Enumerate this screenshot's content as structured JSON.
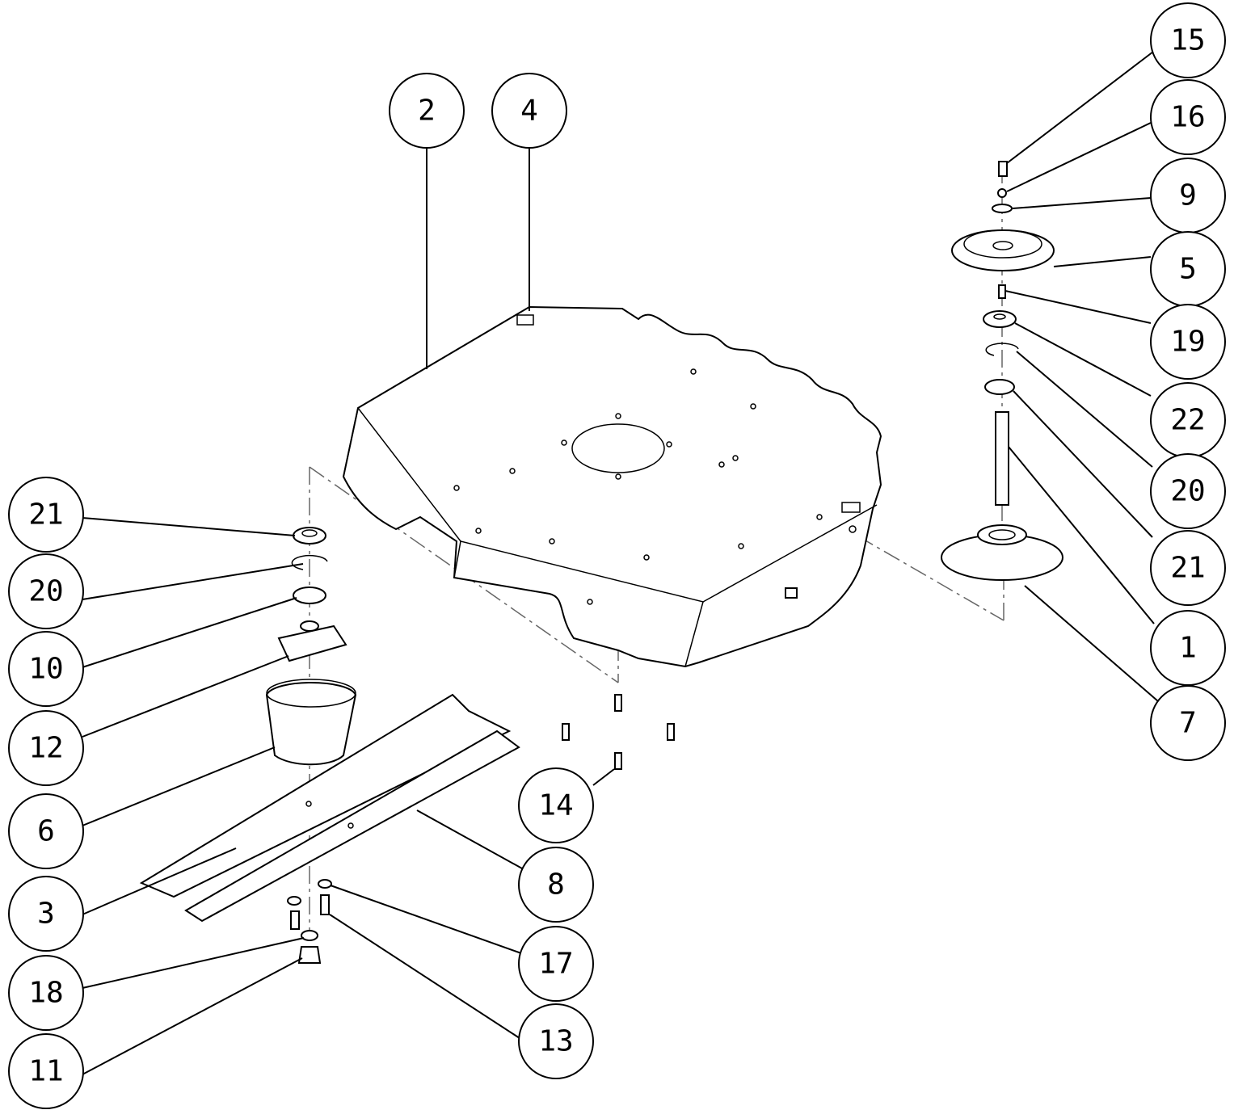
{
  "callouts": [
    {
      "label": "2"
    },
    {
      "label": "4"
    },
    {
      "label": "15"
    },
    {
      "label": "16"
    },
    {
      "label": "9"
    },
    {
      "label": "5"
    },
    {
      "label": "19"
    },
    {
      "label": "22"
    },
    {
      "label": "20"
    },
    {
      "label": "21"
    },
    {
      "label": "1"
    },
    {
      "label": "7"
    },
    {
      "label": "21"
    },
    {
      "label": "20"
    },
    {
      "label": "10"
    },
    {
      "label": "12"
    },
    {
      "label": "6"
    },
    {
      "label": "3"
    },
    {
      "label": "18"
    },
    {
      "label": "11"
    },
    {
      "label": "14"
    },
    {
      "label": "8"
    },
    {
      "label": "17"
    },
    {
      "label": "13"
    }
  ],
  "colors": {
    "line": "#000000",
    "background": "#ffffff",
    "centerline": "#666666"
  }
}
